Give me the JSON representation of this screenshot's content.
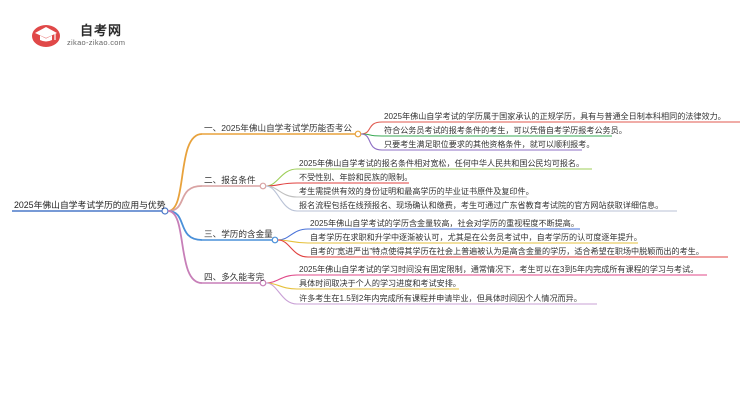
{
  "brand": {
    "name": "自考网",
    "url": "zikao-zikao.com",
    "logo_icon": "graduation-cap-icon"
  },
  "mindmap": {
    "root": "2025年佛山自学考试学历的应用与优势",
    "branches": [
      {
        "label": "一、2025年佛山自学考试学历能否考公",
        "color": "#e8a23c",
        "leaves": [
          {
            "text": "2025年佛山自学考试的学历属于国家承认的正规学历，具有与普通全日制本科相同的法律效力。",
            "color": "#e05a4f"
          },
          {
            "text": "符合公务员考试的报考条件的考生，可以凭借自考学历报考公务员。",
            "color": "#3aaa55"
          },
          {
            "text": "只要考生满足职位要求的其他资格条件，就可以顺利报考。",
            "color": "#8e6fc4"
          }
        ]
      },
      {
        "label": "二、报名条件",
        "color": "#d9a3a3",
        "leaves": [
          {
            "text": "2025年佛山自学考试的报名条件相对宽松，任何中华人民共和国公民均可报名。",
            "color": "#9fcf5a"
          },
          {
            "text": "不受性别、年龄和民族的限制。",
            "color": "#e0413f"
          },
          {
            "text": "考生需提供有效的身份证明和最高学历的毕业证书原件及复印件。",
            "color": "#bfbfbf"
          },
          {
            "text": "报名流程包括在线预报名、现场确认和缴费，考生可通过广东省教育考试院的官方网站获取详细信息。",
            "color": "#b9c2d6"
          }
        ]
      },
      {
        "label": "三、学历的含金量",
        "color": "#4a90d9",
        "leaves": [
          {
            "text": "2025年佛山自学考试的学历含金量较高，社会对学历的重视程度不断提高。",
            "color": "#4a73d9"
          },
          {
            "text": "自考学历在求职和升学中逐渐被认可，尤其是在公务员考试中，自考学历的认可度逐年提升。",
            "color": "#e6c13c"
          },
          {
            "text": "自考的“宽进严出”特点使得其学历在社会上普遍被认为是高含金量的学历，适合希望在职场中脱颖而出的考生。",
            "color": "#e0413f"
          }
        ]
      },
      {
        "label": "四、多久能考完",
        "color": "#c77fb8",
        "leaves": [
          {
            "text": "2025年佛山自学考试的学习时间没有固定限制，通常情况下，考生可以在3到5年内完成所有课程的学习与考试。",
            "color": "#e04a8a"
          },
          {
            "text": "具体时间取决于个人的学习进度和考试安排。",
            "color": "#e6c13c"
          },
          {
            "text": "许多考生在1.5到2年内完成所有课程并申请毕业，但具体时间因个人情况而异。",
            "color": "#c9a0d6"
          }
        ]
      }
    ]
  }
}
